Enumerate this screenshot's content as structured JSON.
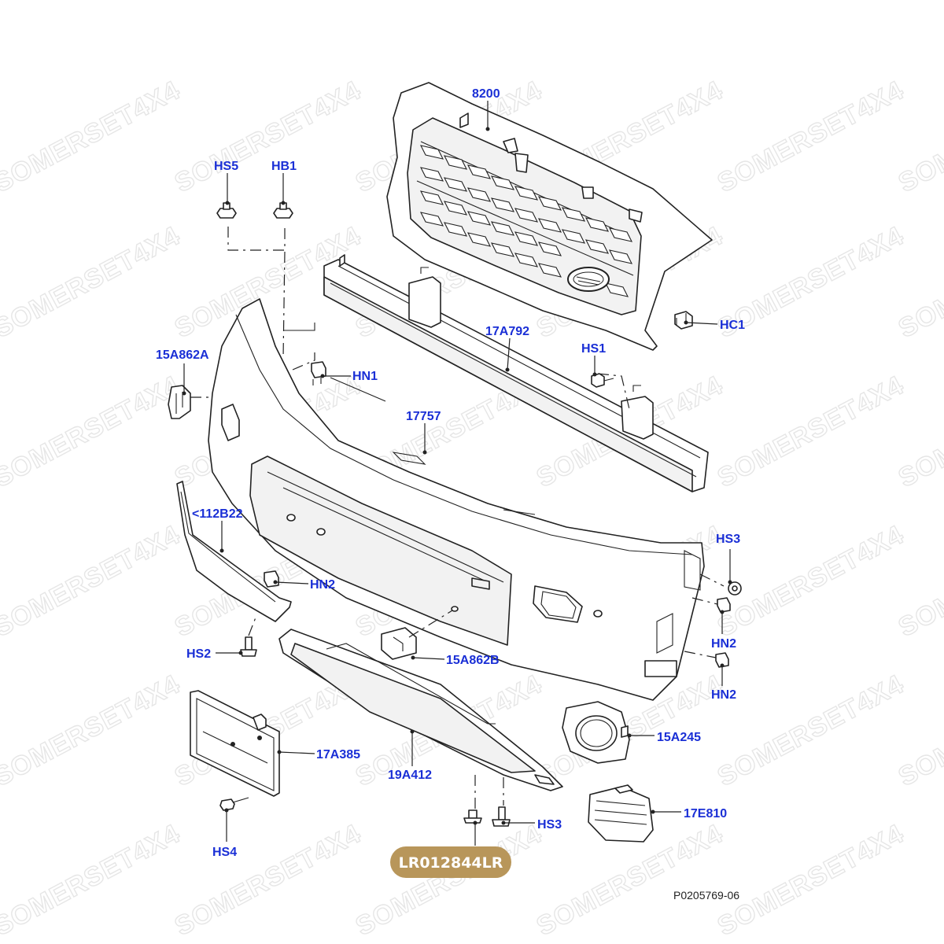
{
  "watermark": {
    "text": "SOMERSET4X4"
  },
  "callouts": {
    "grille": "8200",
    "hs5": "HS5",
    "hb1": "HB1",
    "hc1": "HC1",
    "hs1": "HS1",
    "reinforcement": "17A792",
    "bracket_left": "15A862A",
    "hn1": "HN1",
    "bumper_cover": "17757",
    "trim_strip": "<112B22",
    "hn2_left": "HN2",
    "hs3_right": "HS3",
    "hn2_right_upper": "HN2",
    "hn2_right_lower": "HN2",
    "hs2": "HS2",
    "bracket_center": "15A862B",
    "fog_bezel": "15A245",
    "plate_bracket": "17A385",
    "skid_panel": "19A412",
    "vent": "17E810",
    "hs4": "HS4",
    "hs3_bottom": "HS3"
  },
  "badge": {
    "text": "LR012844LR",
    "color": "#b8965a"
  },
  "figure_ref": "P0205769-06",
  "colors": {
    "callout": "#1a2fd6",
    "line": "#222222"
  }
}
